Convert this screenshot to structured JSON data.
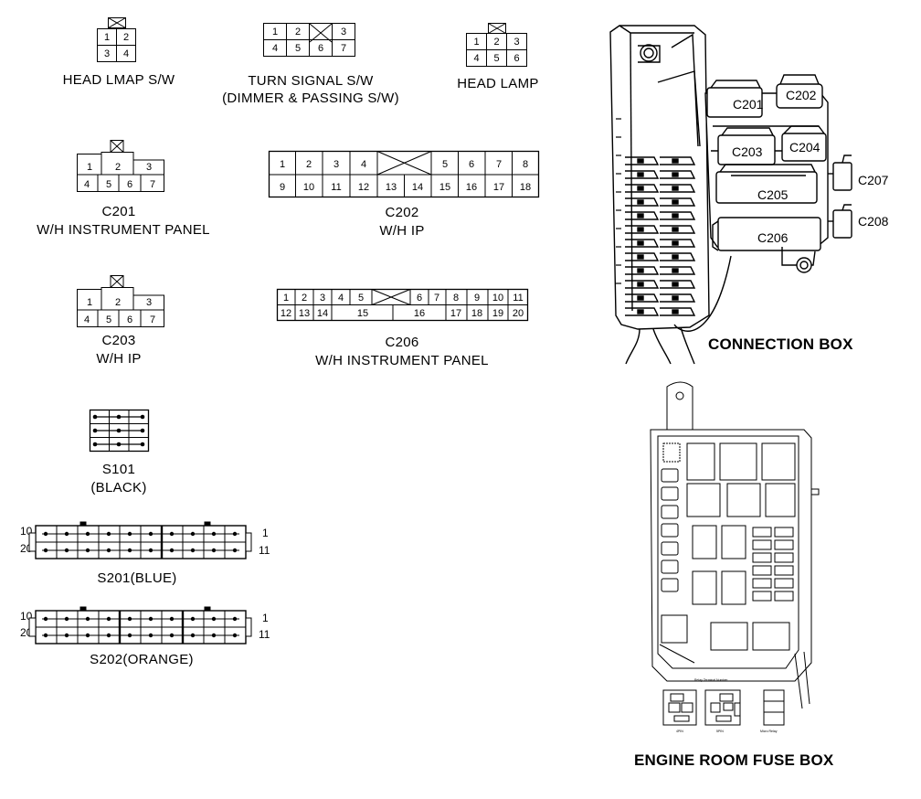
{
  "connectors": {
    "head_lmap_sw": {
      "title": "HEAD LMAP S/W",
      "row1": [
        "1",
        "2"
      ],
      "row2": [
        "3",
        "4"
      ]
    },
    "turn_signal_sw": {
      "title_line1": "TURN SIGNAL S/W",
      "title_line2": "(DIMMER & PASSING S/W)",
      "row1": [
        "1",
        "2",
        "",
        "3"
      ],
      "row2": [
        "4",
        "5",
        "6",
        "7"
      ]
    },
    "head_lamp": {
      "title": "HEAD LAMP",
      "row1": [
        "1",
        "2",
        "3"
      ],
      "row2": [
        "4",
        "5",
        "6"
      ]
    },
    "c201": {
      "id": "C201",
      "name": "W/H INSTRUMENT PANEL",
      "row1": [
        "1",
        "2",
        "3"
      ],
      "row2": [
        "4",
        "5",
        "6",
        "7"
      ]
    },
    "c202": {
      "id": "C202",
      "name": "W/H IP",
      "row1": [
        "1",
        "2",
        "3",
        "4",
        "",
        "5",
        "6",
        "7",
        "8"
      ],
      "row2": [
        "9",
        "10",
        "11",
        "12",
        "13",
        "14",
        "15",
        "16",
        "17",
        "18"
      ]
    },
    "c203": {
      "id": "C203",
      "name": "W/H IP",
      "row1": [
        "1",
        "2",
        "3"
      ],
      "row2": [
        "4",
        "5",
        "6",
        "7"
      ]
    },
    "c206": {
      "id": "C206",
      "name": "W/H INSTRUMENT PANEL",
      "row1": [
        "1",
        "2",
        "3",
        "4",
        "5",
        "",
        "6",
        "7",
        "8",
        "9",
        "10",
        "11"
      ],
      "row2": [
        "12",
        "13",
        "14",
        "15",
        "16",
        "17",
        "18",
        "19",
        "20"
      ]
    },
    "s101": {
      "id": "S101",
      "color": "(BLACK)"
    },
    "s201": {
      "id": "S201(BLUE)",
      "pin_10": "10",
      "pin_20": "20",
      "pin_1": "1",
      "pin_11": "11"
    },
    "s202": {
      "id": "S202(ORANGE)",
      "pin_10": "10",
      "pin_20": "20",
      "pin_1": "1",
      "pin_11": "11"
    }
  },
  "connection_box": {
    "caption": "CONNECTION BOX",
    "labels": {
      "c201": "C201",
      "c202": "C202",
      "c203": "C203",
      "c204": "C204",
      "c205": "C205",
      "c206": "C206",
      "c207": "C207",
      "c208": "C208"
    }
  },
  "engine_room_fuse_box": {
    "caption": "ENGINE ROOM FUSE BOX"
  }
}
